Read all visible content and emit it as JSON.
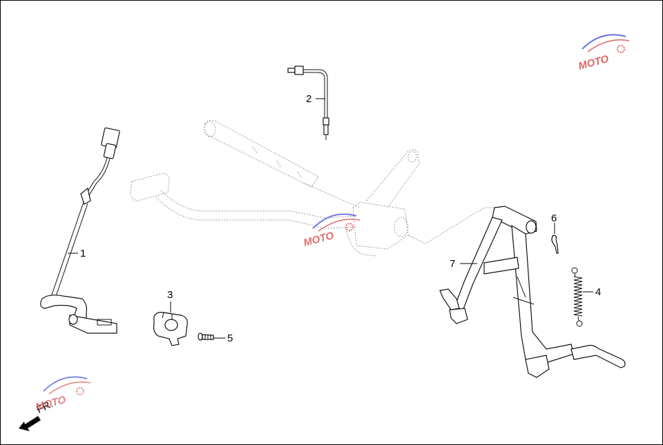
{
  "diagram": {
    "callouts": [
      {
        "id": "1",
        "label": "1",
        "part": "wire-harness-sensor"
      },
      {
        "id": "2",
        "label": "2",
        "part": "sensor-cable"
      },
      {
        "id": "3",
        "label": "3",
        "part": "clip-bracket"
      },
      {
        "id": "4",
        "label": "4",
        "part": "return-spring"
      },
      {
        "id": "5",
        "label": "5",
        "part": "screw"
      },
      {
        "id": "6",
        "label": "6",
        "part": "cotter-pin"
      },
      {
        "id": "7",
        "label": "7",
        "part": "main-stand"
      }
    ],
    "direction_label": "FR.",
    "watermark": "MOTO"
  },
  "colors": {
    "line": "#111111",
    "ghost": "#9a9a9a",
    "watermark_red": "#d94a4a",
    "watermark_blue": "#4a5ad9"
  }
}
